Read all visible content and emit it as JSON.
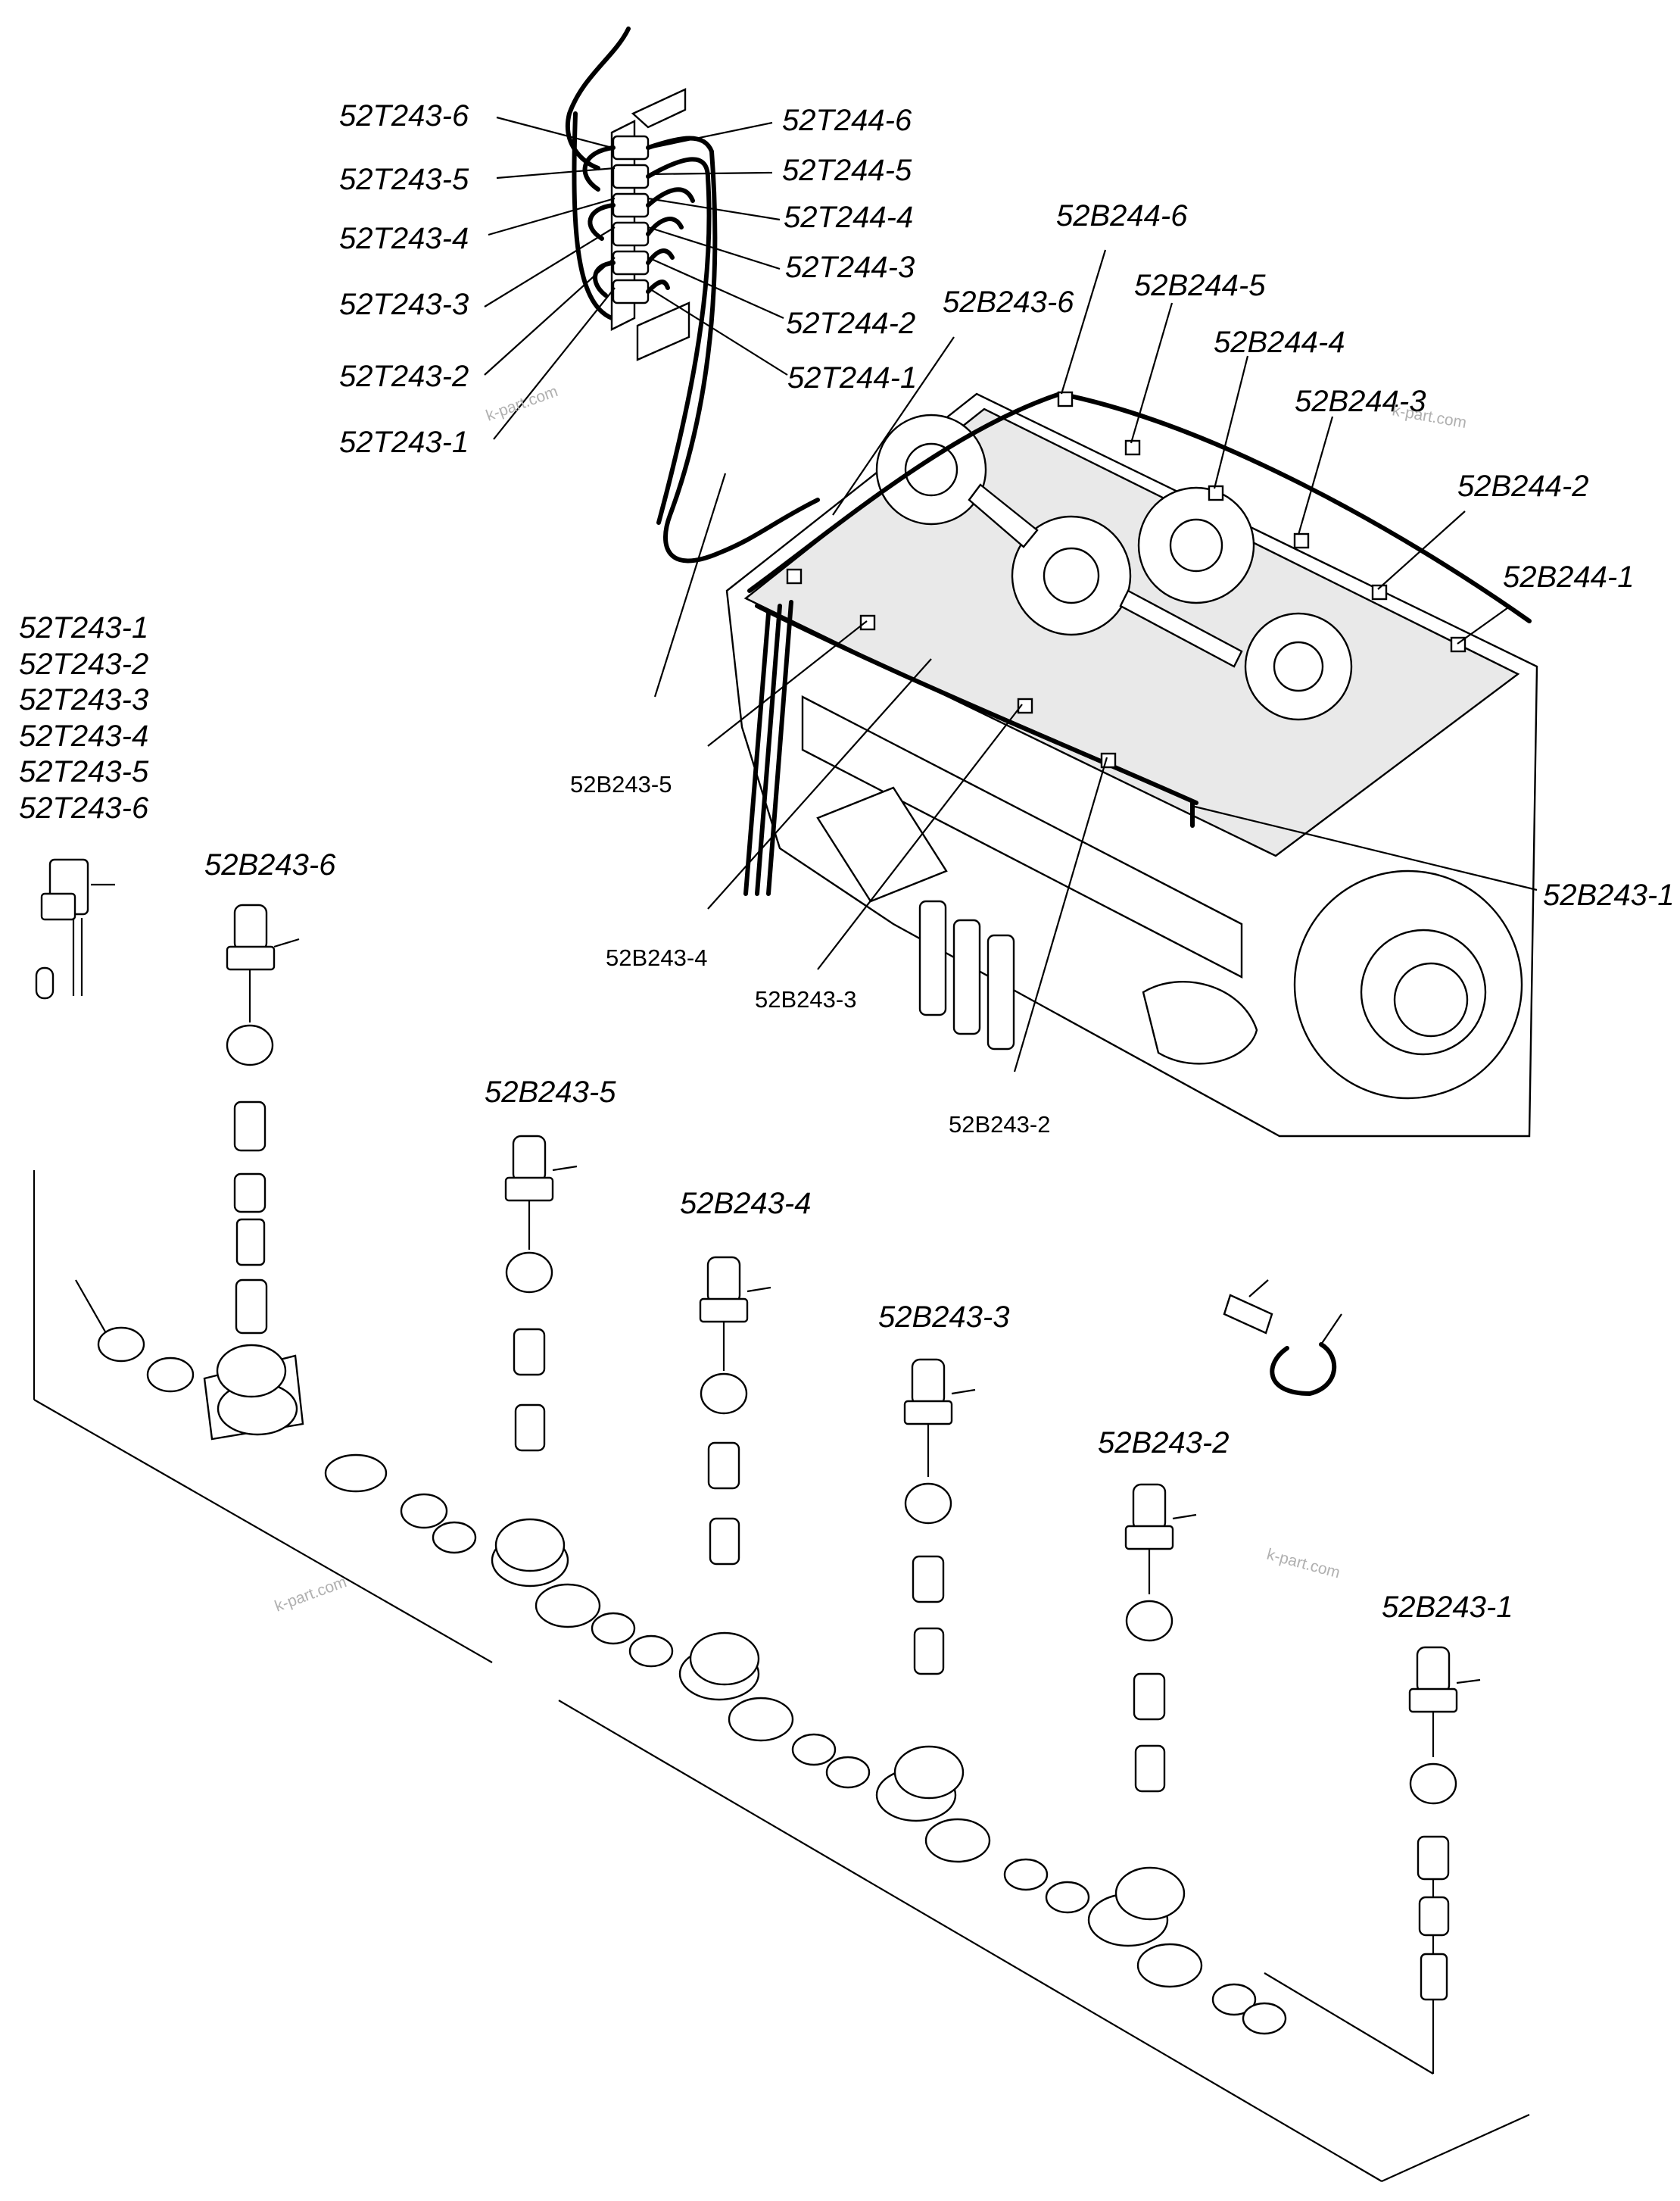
{
  "labels": {
    "t243_6": "52T243-6",
    "t243_5": "52T243-5",
    "t243_4": "52T243-4",
    "t243_3": "52T243-3",
    "t243_2": "52T243-2",
    "t243_1": "52T243-1",
    "t244_6": "52T244-6",
    "t244_5": "52T244-5",
    "t244_4": "52T244-4",
    "t244_3": "52T244-3",
    "t244_2": "52T244-2",
    "t244_1": "52T244-1",
    "b244_6": "52B244-6",
    "b244_5": "52B244-5",
    "b244_4": "52B244-4",
    "b244_3": "52B244-3",
    "b244_2": "52B244-2",
    "b244_1": "52B244-1",
    "b243_6_top": "52B243-6",
    "b243_5_engine": "52B243-5",
    "b243_4_engine": "52B243-4",
    "b243_3_engine": "52B243-3",
    "b243_2_engine": "52B243-2",
    "b243_1_engine": "52B243-1",
    "stack": [
      "52T243-1",
      "52T243-2",
      "52T243-3",
      "52T243-4",
      "52T243-5",
      "52T243-6"
    ],
    "b243_6_sensor": "52B243-6",
    "b243_5_sensor": "52B243-5",
    "b243_4_sensor": "52B243-4",
    "b243_3_sensor": "52B243-3",
    "b243_2_sensor": "52B243-2",
    "b243_1_sensor": "52B243-1"
  },
  "watermarks": [
    "k-part.com",
    "k-part.com",
    "k-part.com",
    "k-part.com"
  ]
}
